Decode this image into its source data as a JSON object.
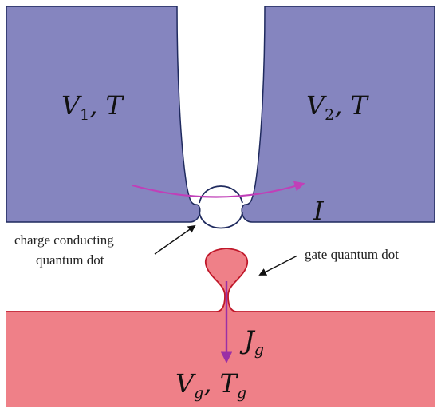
{
  "labels": {
    "left_reservoir": {
      "v": "V",
      "v_sub": "1",
      "rest": ", T"
    },
    "right_reservoir": {
      "v": "V",
      "v_sub": "2",
      "rest": ", T"
    },
    "current": "I",
    "gate_current": {
      "main": "J",
      "sub": "g"
    },
    "gate_reservoir": {
      "v": "V",
      "v_sub": "g",
      "t": ", T",
      "t_sub": "g"
    },
    "charge_dot_note_line1": "charge conducting",
    "charge_dot_note_line2": "quantum dot",
    "gate_dot_note": "gate quantum dot"
  },
  "colors": {
    "top_reservoir_fill": "#8585bf",
    "top_reservoir_edge": "#1f2a5e",
    "bottom_reservoir_fill": "#ef8088",
    "bottom_reservoir_edge": "#c0182a",
    "current_arrow": "#c03fb8",
    "gate_arrow": "#9a2fa6",
    "annotation_arrow": "#111111"
  }
}
